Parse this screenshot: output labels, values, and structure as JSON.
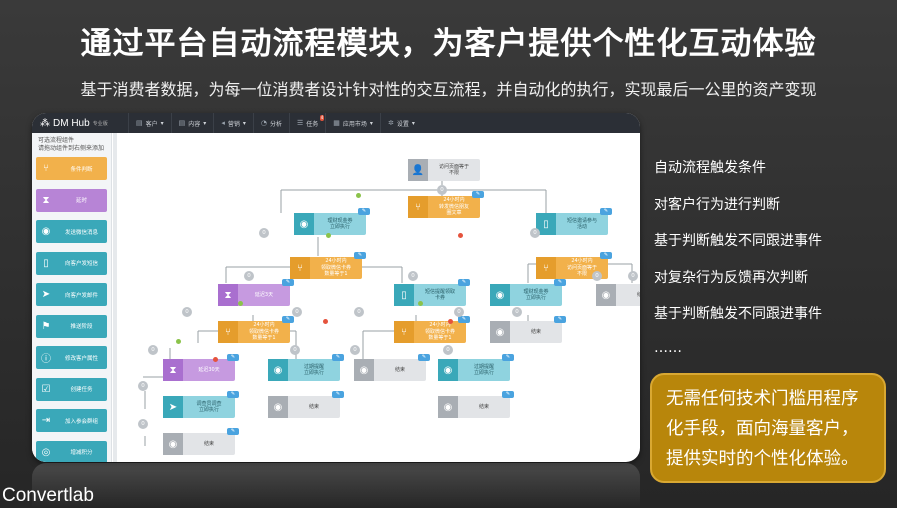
{
  "page": {
    "title": "通过平台自动流程模块，为客户提供个性化互动体验",
    "subtitle": "基于消费者数据，为每一位消费者设计针对性的交互流程，并自动化的执行，实现最后一公里的资产变现",
    "brand": "Convertlab"
  },
  "app": {
    "logo": "DM Hub",
    "logo_tag": "专业版",
    "nav": [
      {
        "label": "客户",
        "icon": "users-icon"
      },
      {
        "label": "内容",
        "icon": "document-icon"
      },
      {
        "label": "营销",
        "icon": "megaphone-icon"
      },
      {
        "label": "分析",
        "icon": "chart-icon"
      },
      {
        "label": "任务",
        "icon": "task-icon",
        "badge": "4"
      },
      {
        "label": "应用市场",
        "icon": "store-icon"
      },
      {
        "label": "设置",
        "icon": "gear-icon"
      }
    ],
    "sidebar": {
      "header_line1": "可选流程组件",
      "header_line2": "请拖动组件到右侧来添加",
      "components": [
        {
          "label": "条件判断",
          "color": "orange",
          "icon": "branch-icon"
        },
        {
          "label": "延时",
          "color": "purple",
          "icon": "hourglass-icon"
        },
        {
          "label": "发送微信消息",
          "color": "teal",
          "icon": "wechat-icon"
        },
        {
          "label": "向客户发短信",
          "color": "teal",
          "icon": "mobile-icon"
        },
        {
          "label": "向客户发邮件",
          "color": "teal",
          "icon": "send-icon"
        },
        {
          "label": "推送阶段",
          "color": "teal",
          "icon": "stage-icon"
        },
        {
          "label": "修改客户属性",
          "color": "teal",
          "icon": "info-icon"
        },
        {
          "label": "创建任务",
          "color": "teal",
          "icon": "task-icon"
        },
        {
          "label": "加入参会群组",
          "color": "teal",
          "icon": "join-icon"
        },
        {
          "label": "增减积分",
          "color": "teal",
          "icon": "coins-icon"
        }
      ]
    },
    "flow": {
      "nodes": [
        {
          "id": "n1",
          "label": "访问页面等于\n不限",
          "color": "gray",
          "icon": "user-icon"
        },
        {
          "id": "n2",
          "label": "24小时内\n转发微信朋友\n圈文章",
          "color": "orange",
          "icon": "branch-icon"
        },
        {
          "id": "n3",
          "label": "理财现金券\n立即执行",
          "color": "teal",
          "icon": "wechat-icon"
        },
        {
          "id": "n4",
          "label": "短信邀请参与\n活动",
          "color": "teal",
          "icon": "mobile-icon"
        },
        {
          "id": "n5",
          "label": "24小时内\n领取微信卡券\n数量等于1",
          "color": "orange",
          "icon": "branch-icon"
        },
        {
          "id": "n6",
          "label": "24小时内\n访问页面等于\n不限",
          "color": "orange",
          "icon": "branch-icon"
        },
        {
          "id": "n7",
          "label": "延迟3天",
          "color": "purple",
          "icon": "hourglass-icon"
        },
        {
          "id": "n8",
          "label": "短信提醒领取\n卡券",
          "color": "teal",
          "icon": "mobile-icon"
        },
        {
          "id": "n9",
          "label": "理财现金券\n立即执行",
          "color": "teal",
          "icon": "wechat-icon"
        },
        {
          "id": "n10",
          "label": "结束",
          "color": "gray",
          "icon": "end-icon"
        },
        {
          "id": "n11",
          "label": "24小时内\n领取微信卡券\n数量等于1",
          "color": "orange",
          "icon": "branch-icon"
        },
        {
          "id": "n12",
          "label": "24小时内\n领取微信卡券\n数量等于1",
          "color": "orange",
          "icon": "branch-icon"
        },
        {
          "id": "n13",
          "label": "结束",
          "color": "gray",
          "icon": "end-icon"
        },
        {
          "id": "n14",
          "label": "延迟30天",
          "color": "purple",
          "icon": "hourglass-icon"
        },
        {
          "id": "n15",
          "label": "过期提醒\n立即执行",
          "color": "teal",
          "icon": "wechat-icon"
        },
        {
          "id": "n16",
          "label": "结束",
          "color": "gray",
          "icon": "end-icon"
        },
        {
          "id": "n17",
          "label": "过期提醒\n立即执行",
          "color": "teal",
          "icon": "wechat-icon"
        },
        {
          "id": "n18",
          "label": "调查员调查\n立即执行",
          "color": "teal",
          "icon": "send-icon"
        },
        {
          "id": "n19",
          "label": "结束",
          "color": "gray",
          "icon": "end-icon"
        },
        {
          "id": "n20",
          "label": "结束",
          "color": "gray",
          "icon": "end-icon"
        },
        {
          "id": "n21",
          "label": "结束",
          "color": "gray",
          "icon": "end-icon"
        }
      ],
      "counter_label": "0"
    }
  },
  "features": [
    "自动流程触发条件",
    "对客户行为进行判断",
    "基于判断触发不同跟进事件",
    "对复杂行为反馈再次判断",
    "基于判断触发不同跟进事件",
    "……"
  ],
  "callout": {
    "line1": "无需任何技术门槛用程序",
    "line2": "化手段，面向海量客户，",
    "line3": "提供实时的个性化体验。"
  },
  "colors": {
    "orange": "#f2b14b",
    "purple": "#c69ae0",
    "teal": "#8fd3df",
    "gold": "#b8860b"
  }
}
